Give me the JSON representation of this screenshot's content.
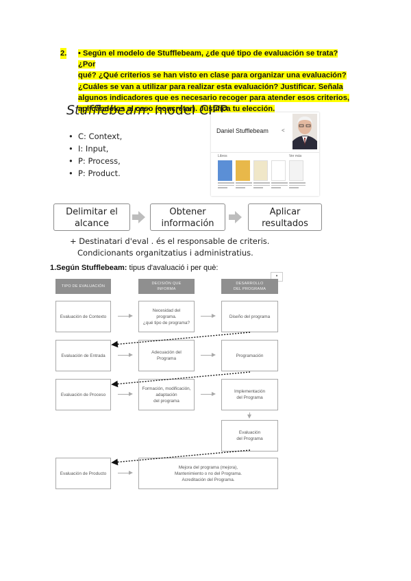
{
  "question": {
    "number": "2.",
    "lines": [
      "• Según el modelo de Stufflebeam, ¿de qué tipo de evaluación se trata? ¿Por",
      "qué? ¿Qué criterios se han visto en clase para organizar una evaluación?",
      "¿Cuáles se van a utilizar para realizar esta evaluación? Justificar. Señala",
      "algunos indicadores que es necesario recoger para atender esos criterios,",
      "aplicándolos al caso (concretar). Justifica tu elección."
    ]
  },
  "cipp": {
    "title_italic": "Stufflebeam",
    "title_rest": ": model CIPP",
    "items": [
      "C: Context,",
      "I: Input,",
      "P: Process,",
      "P: Product."
    ]
  },
  "card": {
    "name": "Daniel Stufflebeam",
    "share_icon": "share-icon",
    "label_left": "Libros",
    "label_right": "Ver más"
  },
  "flow": {
    "box1": [
      "Delimitar el",
      "alcance"
    ],
    "box2": [
      "Obtener",
      "información"
    ],
    "box3": [
      "Aplicar",
      "resultados"
    ]
  },
  "notes": {
    "line1": "+ Destinatari d'eval . és el responsable de criteris.",
    "line2": "Condicionants organitzatius i administratius."
  },
  "section": {
    "bold": "1.Según Stufflebeam:",
    "rest": " tipus d'avaluació i per què:"
  },
  "diagram": {
    "headers": [
      [
        "TIPO DE EVALUACIÓN"
      ],
      [
        "DECISIÓN QUE",
        "INFORMA"
      ],
      [
        "DESARROLLO",
        "DEL PROGRAMA"
      ]
    ],
    "col1": [
      "Evaluación de Contexto",
      "Evaluación de Entrada",
      "Evaluación de Proceso",
      "Evaluación de Producto"
    ],
    "col2": [
      [
        "Necesidad del",
        "programa.",
        "¿qué tipo de programa?"
      ],
      [
        "Adecuación del",
        "Programa"
      ],
      [
        "Formación, modificación,",
        "adaptación",
        "del programa"
      ]
    ],
    "col3": [
      [
        "Diseño del programa"
      ],
      [
        "Programación"
      ],
      [
        "Implementación",
        "del Programa"
      ],
      [
        "Evaluación",
        "del Programa"
      ]
    ],
    "final": [
      "Mejora del programa (mejora),",
      "Mantenimiento o no del Programa.",
      "Acreditación del Programa."
    ],
    "corner_glyph": "•"
  }
}
